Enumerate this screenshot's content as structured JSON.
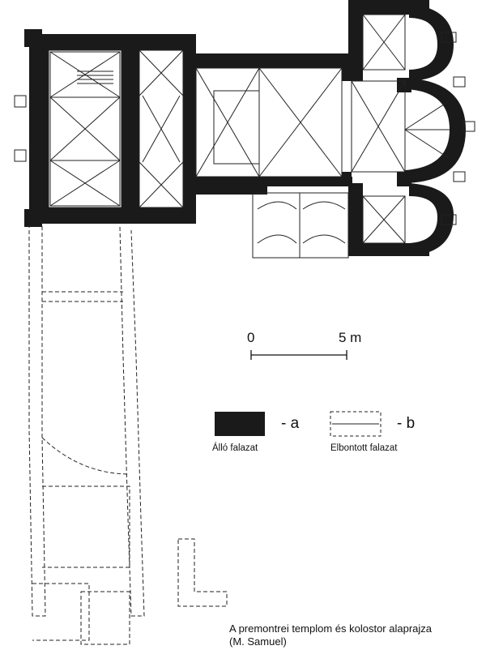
{
  "scale_bar": {
    "start_label": "0",
    "end_label": "5 m"
  },
  "legend": [
    {
      "code": "- a",
      "caption": "Álló falazat",
      "swatch": "solid-black-wall"
    },
    {
      "code": "- b",
      "caption": "Elbontott falazat",
      "swatch": "dashed-outline-wall"
    }
  ],
  "caption": {
    "line1": "A premontrei templom és kolostor alaprajza",
    "line2": "(M. Samuel)"
  },
  "colors": {
    "wall": "#1a1a1a",
    "line": "#222222",
    "background": "#ffffff"
  }
}
